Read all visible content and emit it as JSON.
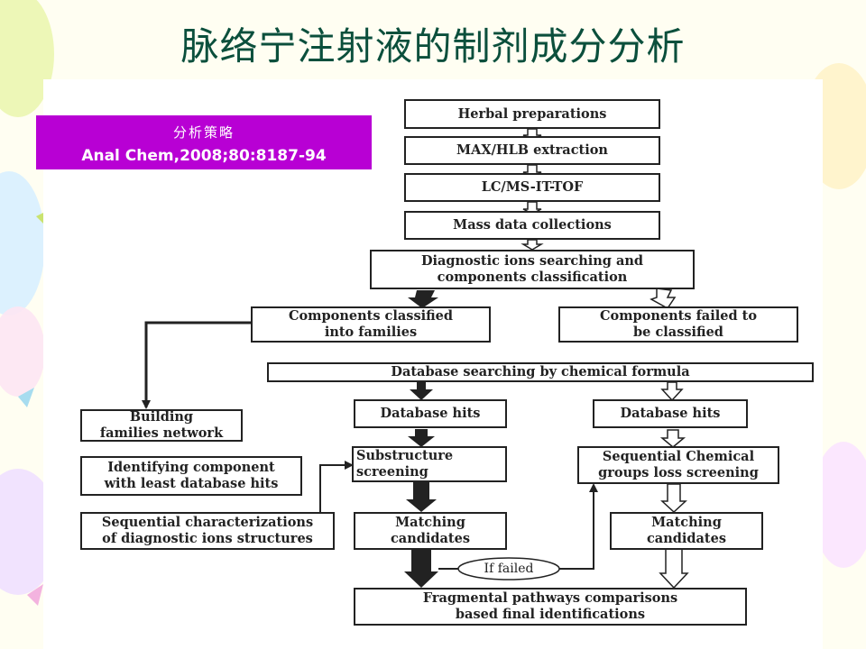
{
  "slide": {
    "title": "脉络宁注射液的制剂成分分析",
    "badge": {
      "line1": "分析策略",
      "line2": "Anal Chem,2008;80:8187-94"
    }
  },
  "flowchart": {
    "herbal": "Herbal preparations",
    "max_hlb": "MAX/HLB extraction",
    "lcms": "LC/MS-IT-TOF",
    "mass_data": "Mass data collections",
    "diagnostic": "Diagnostic ions searching and\ncomponents classification",
    "classified": "Components classified\ninto families",
    "failed_classified": "Components failed to\nbe classified",
    "db_search": "Database searching by chemical formula",
    "db_hits_mid": "Database hits",
    "db_hits_right": "Database hits",
    "building": "Building\nfamilies network",
    "identifying": "Identifying component\nwith least database hits",
    "sequential_char": "Sequential characterizations\nof diagnostic ions structures",
    "substructure": "Substructure\nscreening",
    "seq_chem": "Sequential Chemical\ngroups loss screening",
    "matching_mid": "Matching\ncandidates",
    "matching_right": "Matching\ncandidates",
    "if_failed": "If failed",
    "fragmental": "Fragmental pathways comparisons\nbased final identifications"
  },
  "colors": {
    "title": "#0b4f3c",
    "badge_bg": "#b800d4",
    "badge_text": "#ffffff",
    "line": "#222222"
  }
}
